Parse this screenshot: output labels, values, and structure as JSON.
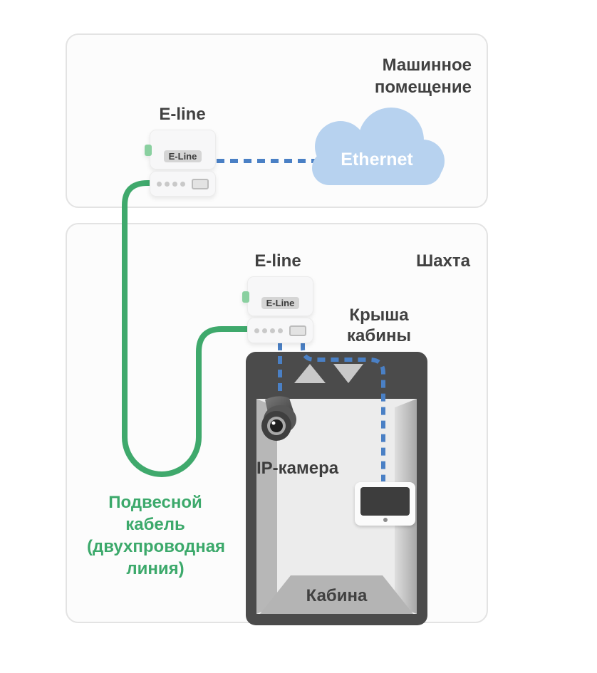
{
  "machine_room": {
    "title": "Машинное помещение",
    "device": {
      "label": "E-line",
      "badge": "E-Line"
    },
    "cloud": {
      "label": "Ethernet"
    }
  },
  "shaft": {
    "title": "Шахта",
    "device": {
      "label": "E-line",
      "badge": "E-Line"
    },
    "roof_label": "Крыша кабины",
    "camera_label": "IP-камера",
    "cabin_label": "Кабина"
  },
  "cable": {
    "label": "Подвесной кабель (двухпроводная линия)"
  },
  "colors": {
    "cable_green": "#3fa96c",
    "connector_green": "#8ad0a0",
    "data_line_blue": "#4a80c5",
    "cloud_blue": "#b7d2ef",
    "cabin_dark": "#4b4b4b",
    "text_dark": "#414141",
    "panel_border": "#e3e3e3"
  }
}
